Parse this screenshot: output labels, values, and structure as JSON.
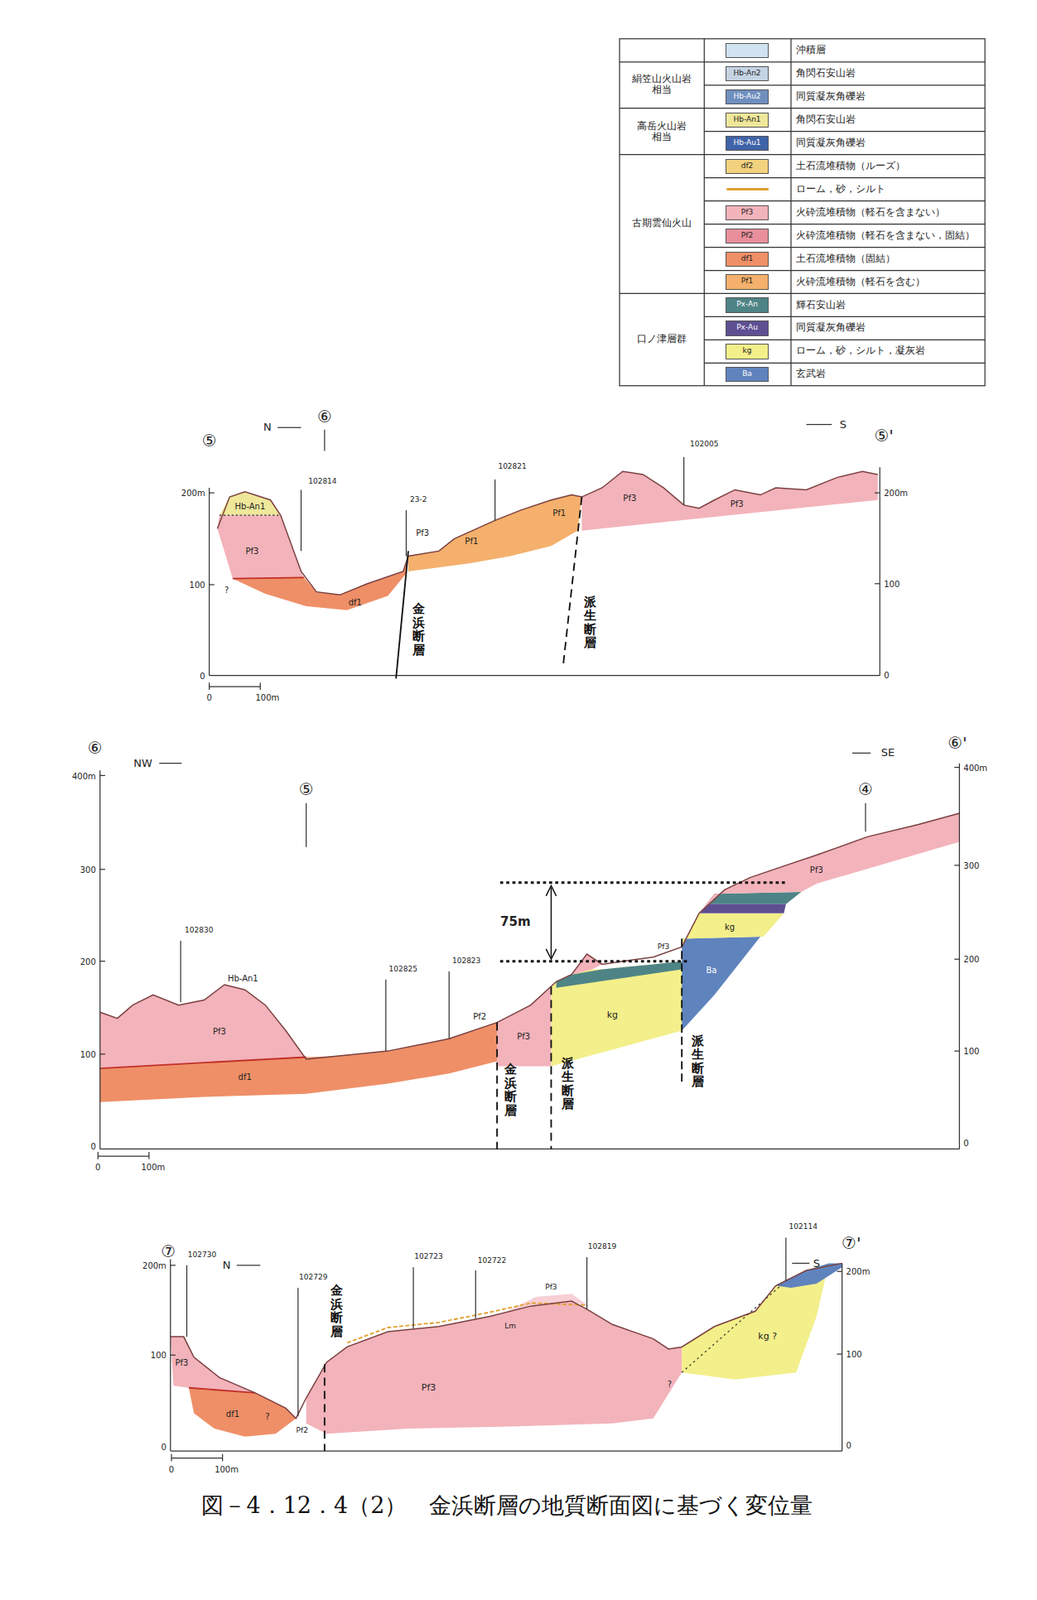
{
  "diagram": {
    "caption": "図－4．12．4（2）　金浜断層の地質断面図に基づく変位量",
    "labels": [
      "絹笠山火山岩 相当",
      "高岳火山岩 相当",
      "古期雲仙火山",
      "口ノ津層群",
      "Hb-An2",
      "Hb-Au2",
      "Hb-An1",
      "Hb-Au1",
      "df2",
      "Pf3",
      "Pf2",
      "df1",
      "Pf1",
      "Px-An",
      "Px-Au",
      "kg",
      "Ba",
      "⑤",
      "N",
      "⑥",
      "S",
      "⑤'",
      "200m",
      "100",
      "0",
      "200m",
      "100",
      "0",
      "0",
      "100m",
      "102814",
      "23-2",
      "102821",
      "102005",
      "Hb-An1",
      "Pf3",
      "df1",
      "Pf3",
      "Pf1",
      "Pf1",
      "Pf3",
      "Pf3",
      "?",
      "金浜断層",
      "派生断層",
      "⑥",
      "NW",
      "⑤",
      "SE",
      "⑥'",
      "④",
      "400m",
      "300",
      "200",
      "100",
      "0",
      "400m",
      "300",
      "200",
      "100",
      "0",
      "0",
      "100m",
      "102830",
      "102825",
      "102823",
      "Hb-An1",
      "Pf3",
      "df1",
      "Pf2",
      "Pf3",
      "kg",
      "Pf3",
      "kg",
      "Ba",
      "Pf3",
      "75m",
      "金浜断層",
      "派生断層",
      "派生断層",
      "⑦",
      "N",
      "S",
      "⑦'",
      "200m",
      "100",
      "0",
      "200m",
      "100",
      "0",
      "0",
      "100m",
      "102730",
      "102729",
      "102723",
      "102722",
      "102819",
      "102114",
      "Pf3",
      "df1",
      "Pf2",
      "Pf3",
      "Lm",
      "Pf3",
      "kg ?",
      "?",
      "?",
      "金浜断層"
    ],
    "legend": [
      {
        "text": "沖積層",
        "color": "#cfe3f0"
      },
      {
        "text": "角閃石安山岩",
        "color": "#c5d3e3"
      },
      {
        "text": "同質凝灰角礫岩",
        "color": "#6f8fbf"
      },
      {
        "text": "角閃石安山岩",
        "color": "#efe79a"
      },
      {
        "text": "同質凝灰角礫岩",
        "color": "#3f63a8"
      },
      {
        "text": "土石流堆積物（ルーズ）",
        "color": "#f3d27f"
      },
      {
        "text": "ローム，砂，シルト"
      },
      {
        "text": "火砕流堆積物（軽石を含まない）",
        "color": "#f3b3bb"
      },
      {
        "text": "火砕流堆積物（軽石を含まない，固結）",
        "color": "#e98f9c"
      },
      {
        "text": "土石流堆積物（固結）",
        "color": "#ef8f67"
      },
      {
        "text": "火砕流堆積物（軽石を含む）",
        "color": "#f4b06c"
      },
      {
        "text": "輝石安山岩",
        "color": "#4f8486"
      },
      {
        "text": "同質凝灰角礫岩",
        "color": "#5e4f93"
      },
      {
        "text": "ローム，砂，シルト，凝灰岩",
        "color": "#f3ef8a"
      },
      {
        "text": "玄武岩",
        "color": "#5f83bd"
      }
    ]
  }
}
